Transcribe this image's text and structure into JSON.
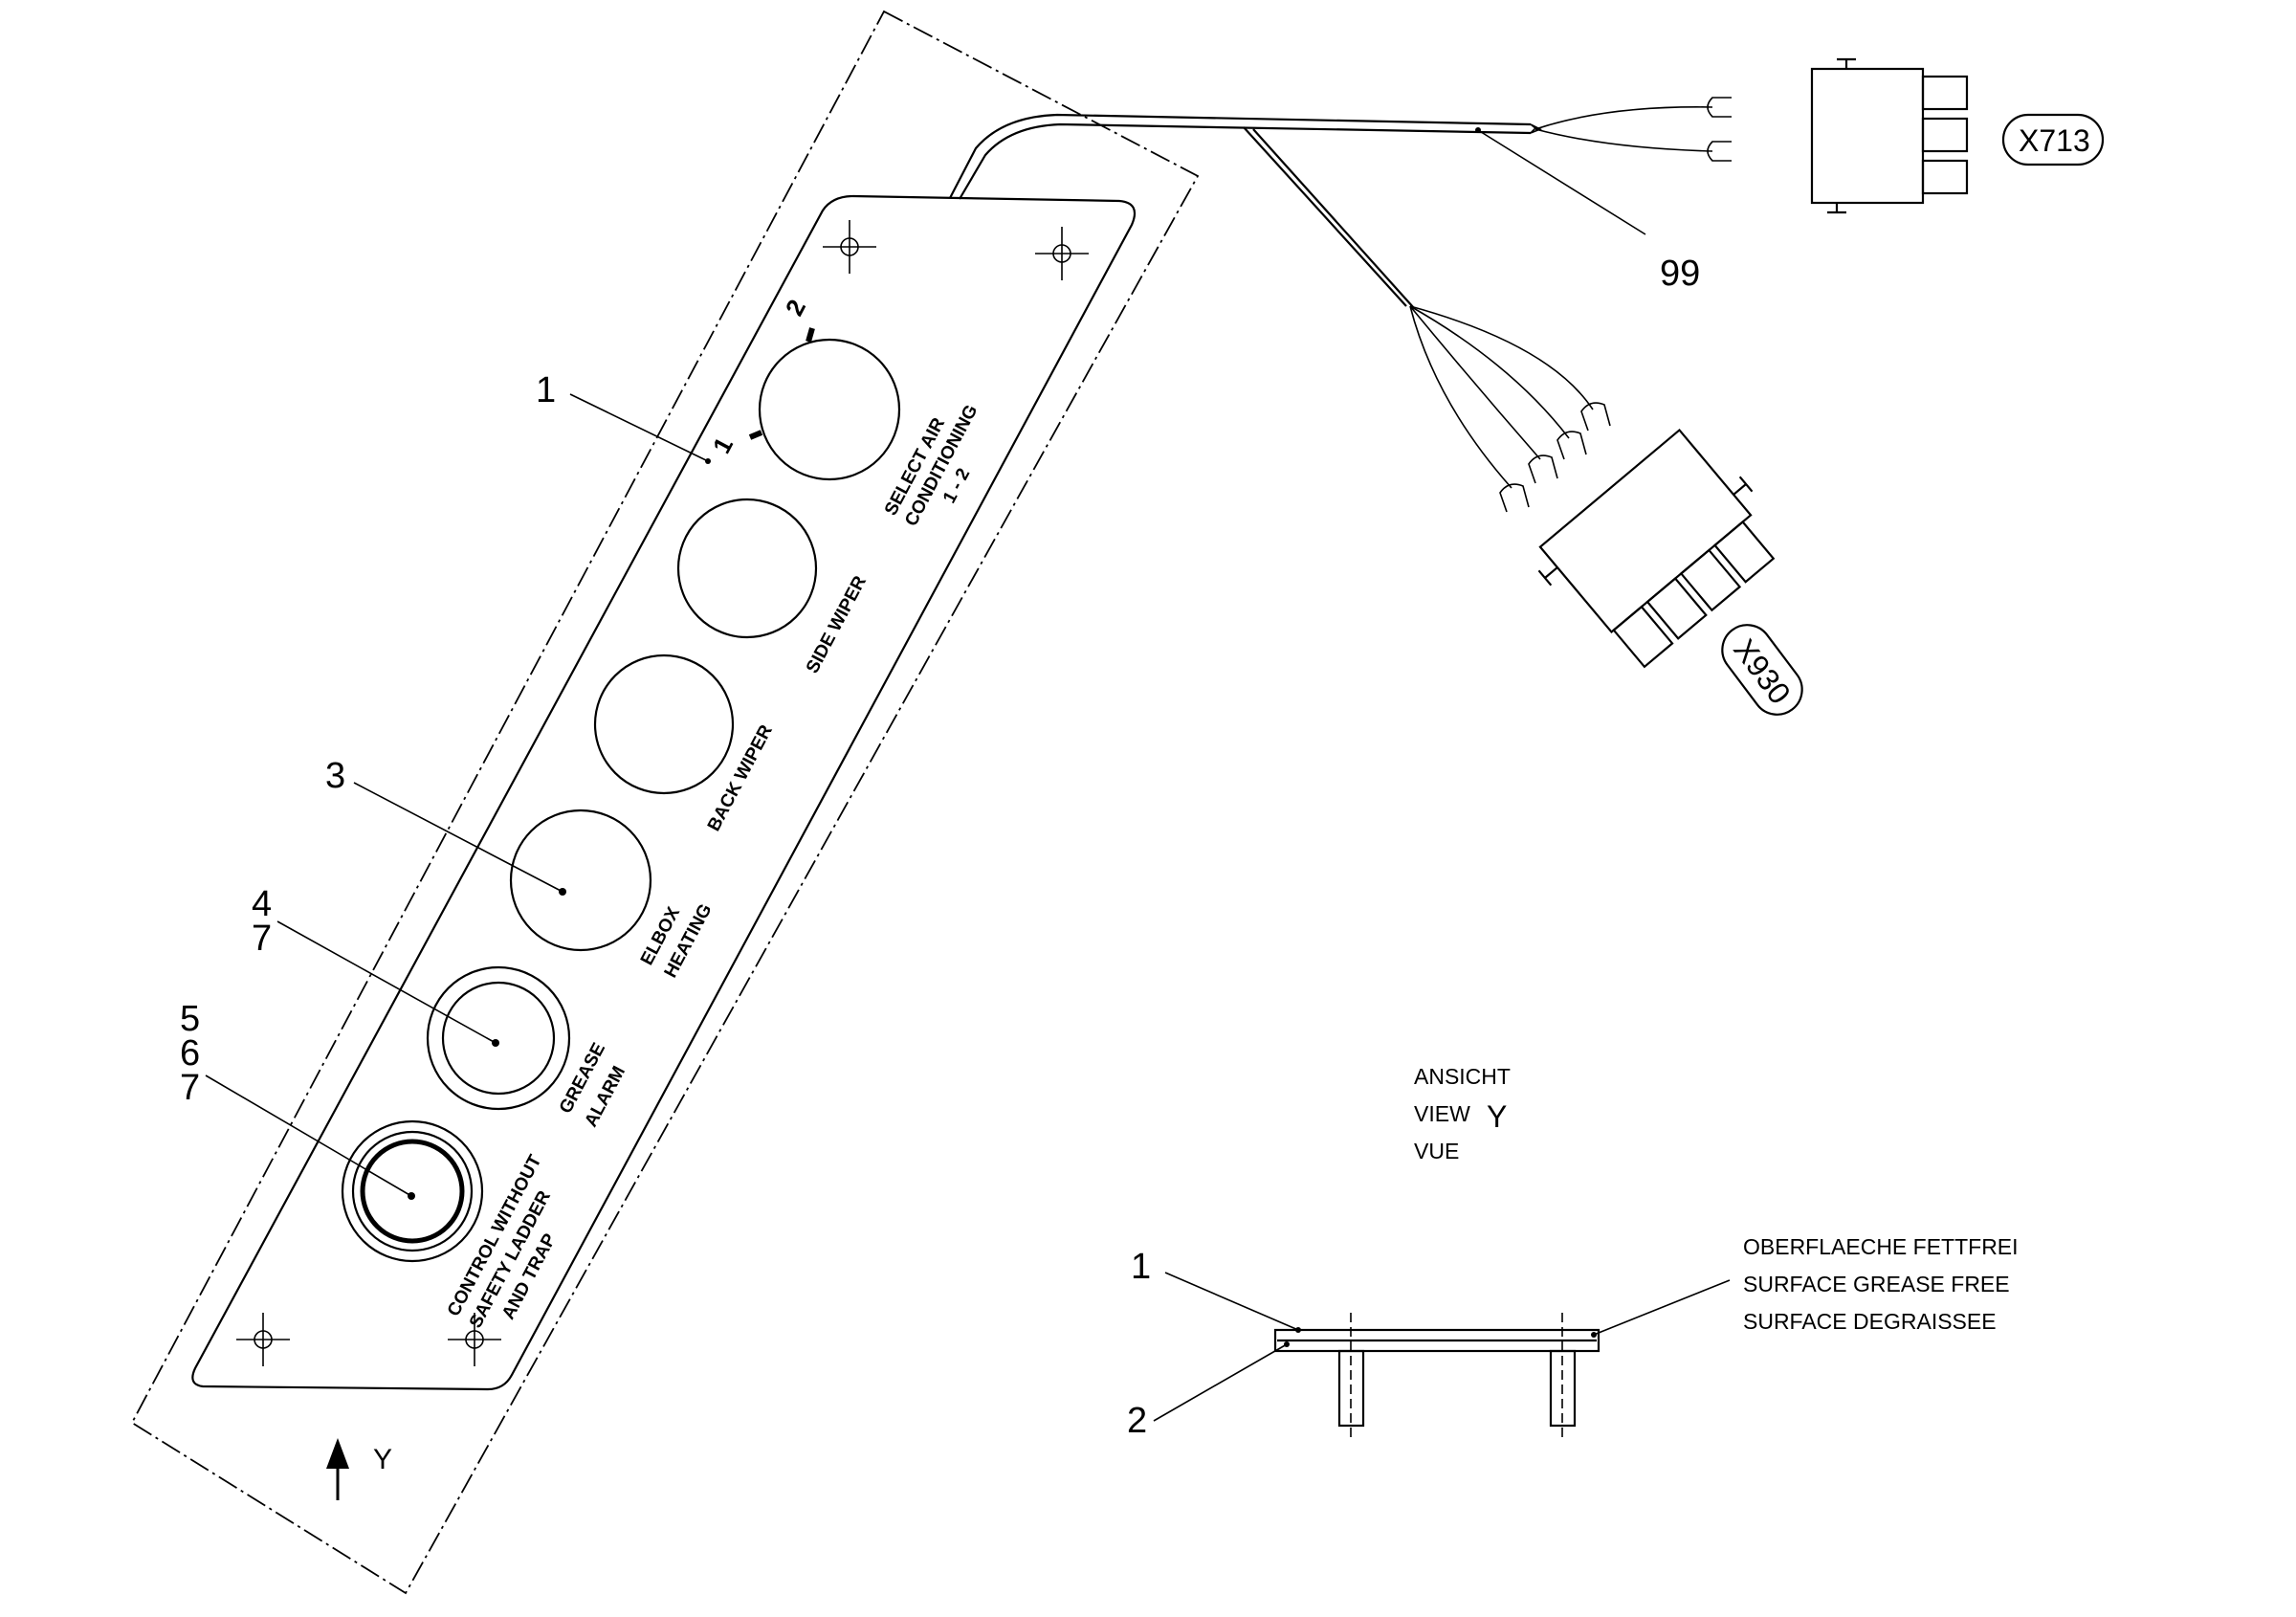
{
  "callouts": {
    "c1": "1",
    "c3": "3",
    "c4": "4",
    "c4b": "7",
    "c5": "5",
    "c6": "6",
    "c7": "7",
    "c99": "99",
    "side1": "1",
    "side2": "2"
  },
  "selector_positions": {
    "pos1": "1",
    "pos2": "2"
  },
  "panel_labels": {
    "air_line1": "SELECT AIR",
    "air_line2": "CONDITIONING",
    "air_line3": "1 - 2",
    "side_wiper": "SIDE WIPER",
    "back_wiper": "BACK WIPER",
    "elbox_line1": "ELBOX",
    "elbox_line2": "HEATING",
    "grease_line1": "GREASE",
    "grease_line2": "ALARM",
    "control_line1": "CONTROL WITHOUT",
    "control_line2": "SAFETY LADDER",
    "control_line3": "AND TRAP"
  },
  "connectors": {
    "x713": "X713",
    "x930": "X930"
  },
  "view": {
    "line1": "ANSICHT",
    "line2": "VIEW",
    "line3": "VUE",
    "letter": "Y"
  },
  "arrow_letter": "Y",
  "surface_note": {
    "line1": "OBERFLAECHE FETTFREI",
    "line2": "SURFACE GREASE FREE",
    "line3": "SURFACE DEGRAISSEE"
  }
}
